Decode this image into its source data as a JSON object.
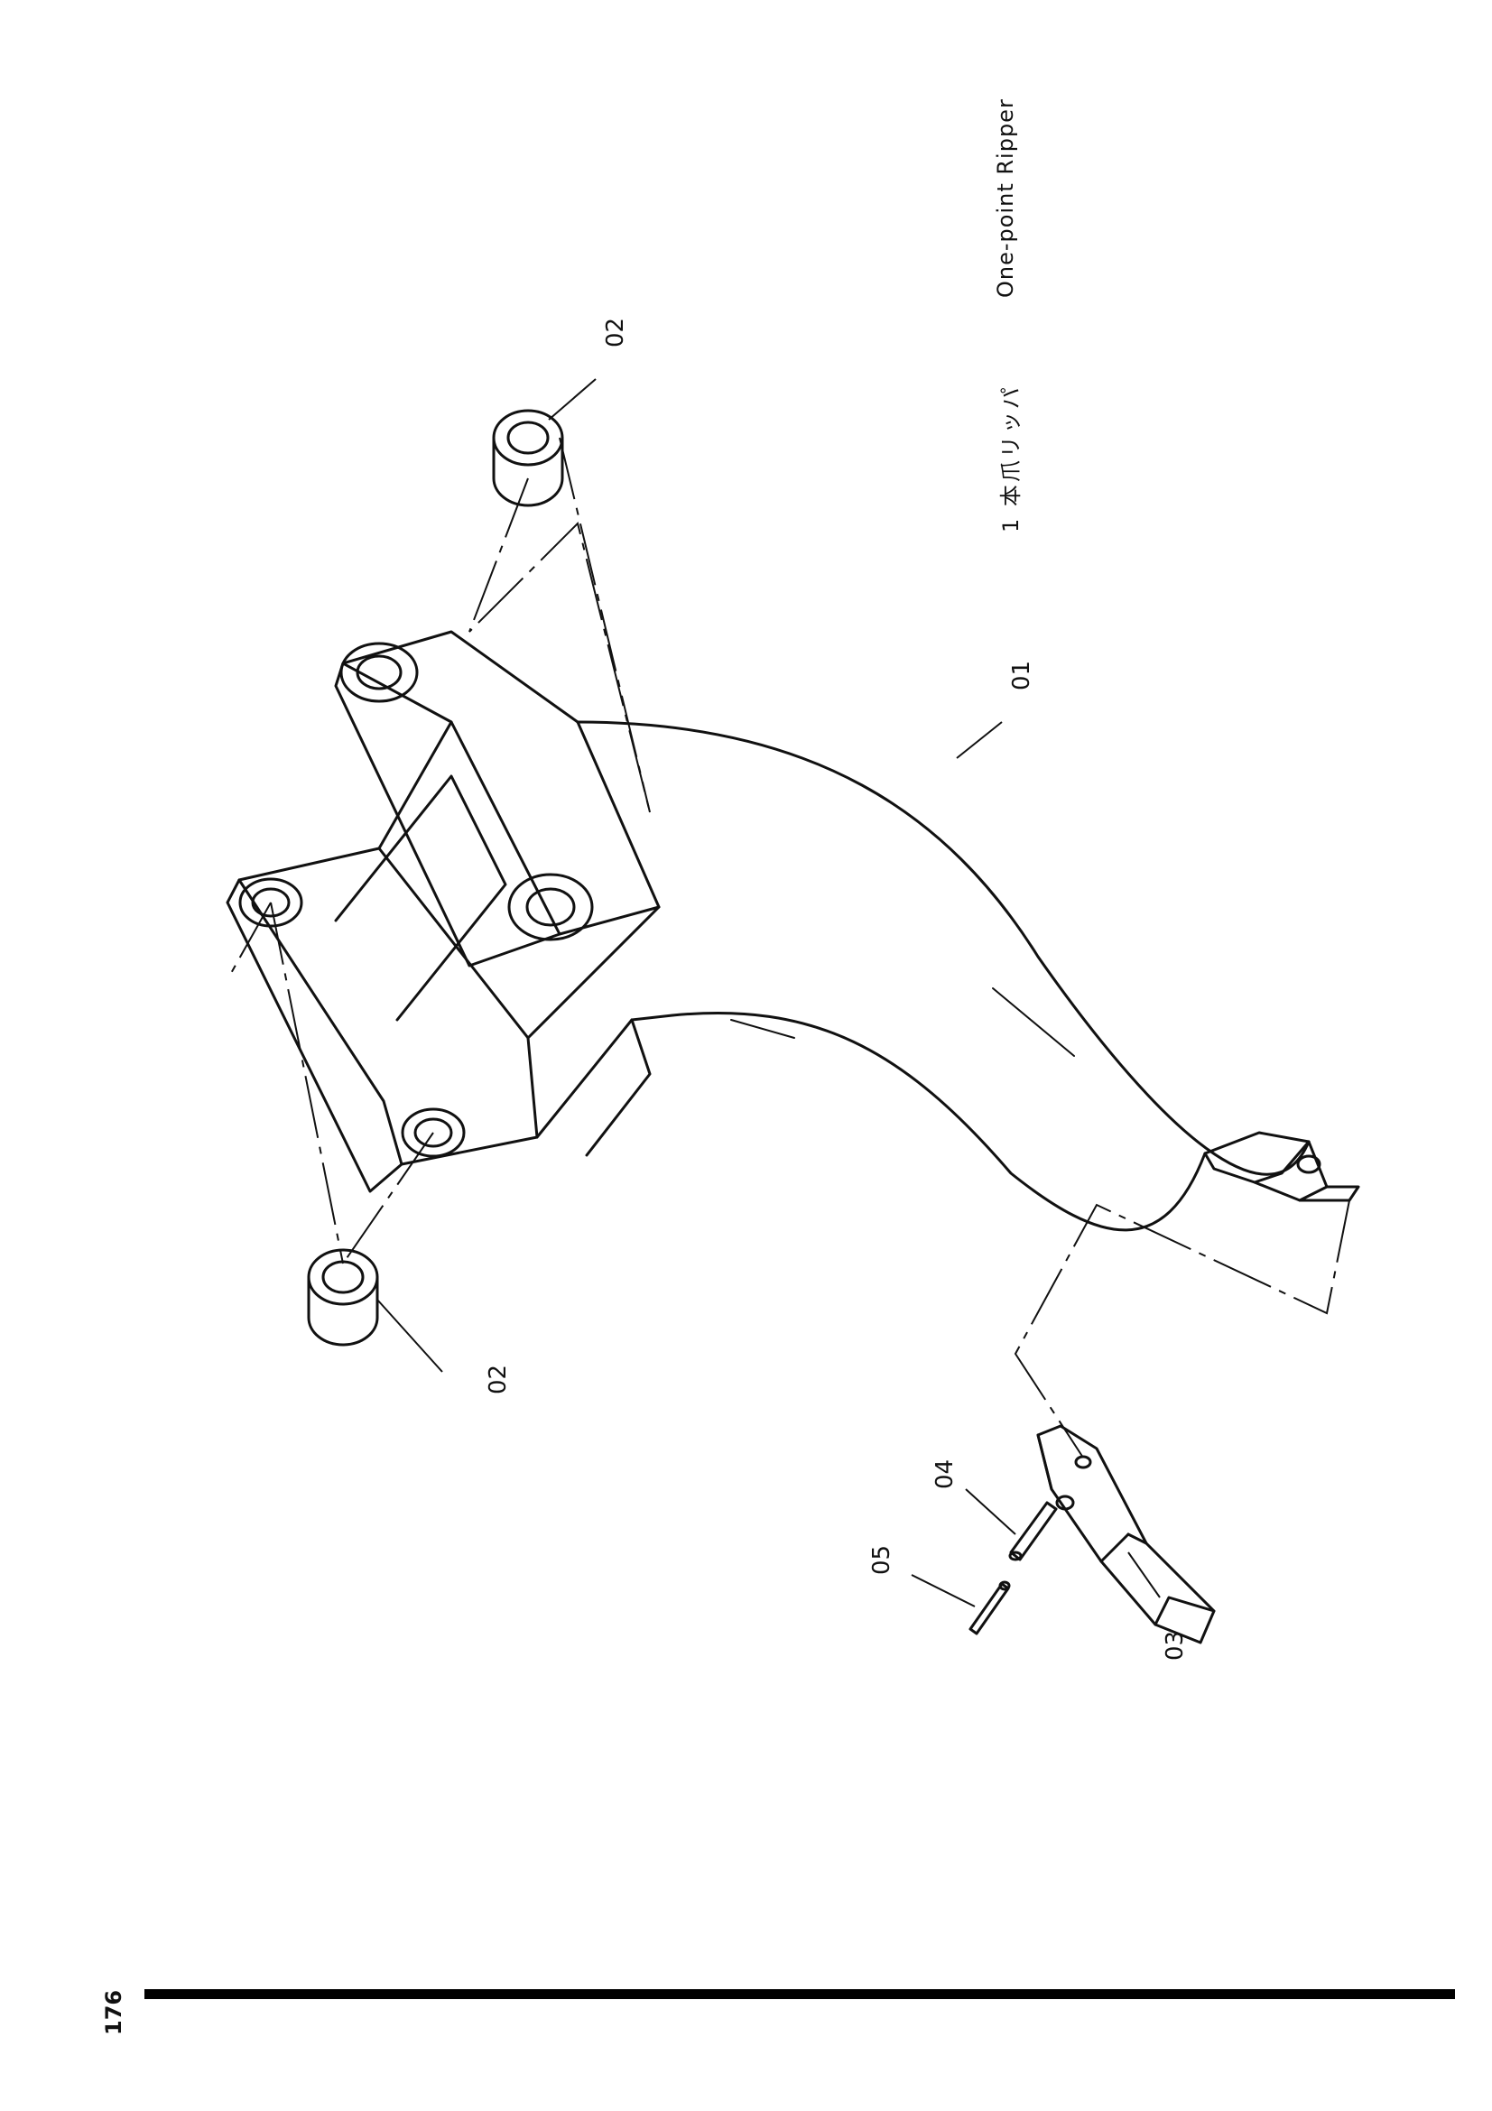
{
  "header": {
    "title_jp": "1 本爪リッパ",
    "title_en": "One-point Ripper"
  },
  "footer": {
    "page_number": "176"
  },
  "diagram": {
    "callouts": {
      "shank": "01",
      "bushing_top": "02",
      "bushing_left": "02",
      "tooth_point": "03",
      "pin": "04",
      "lock_pin": "05"
    }
  }
}
